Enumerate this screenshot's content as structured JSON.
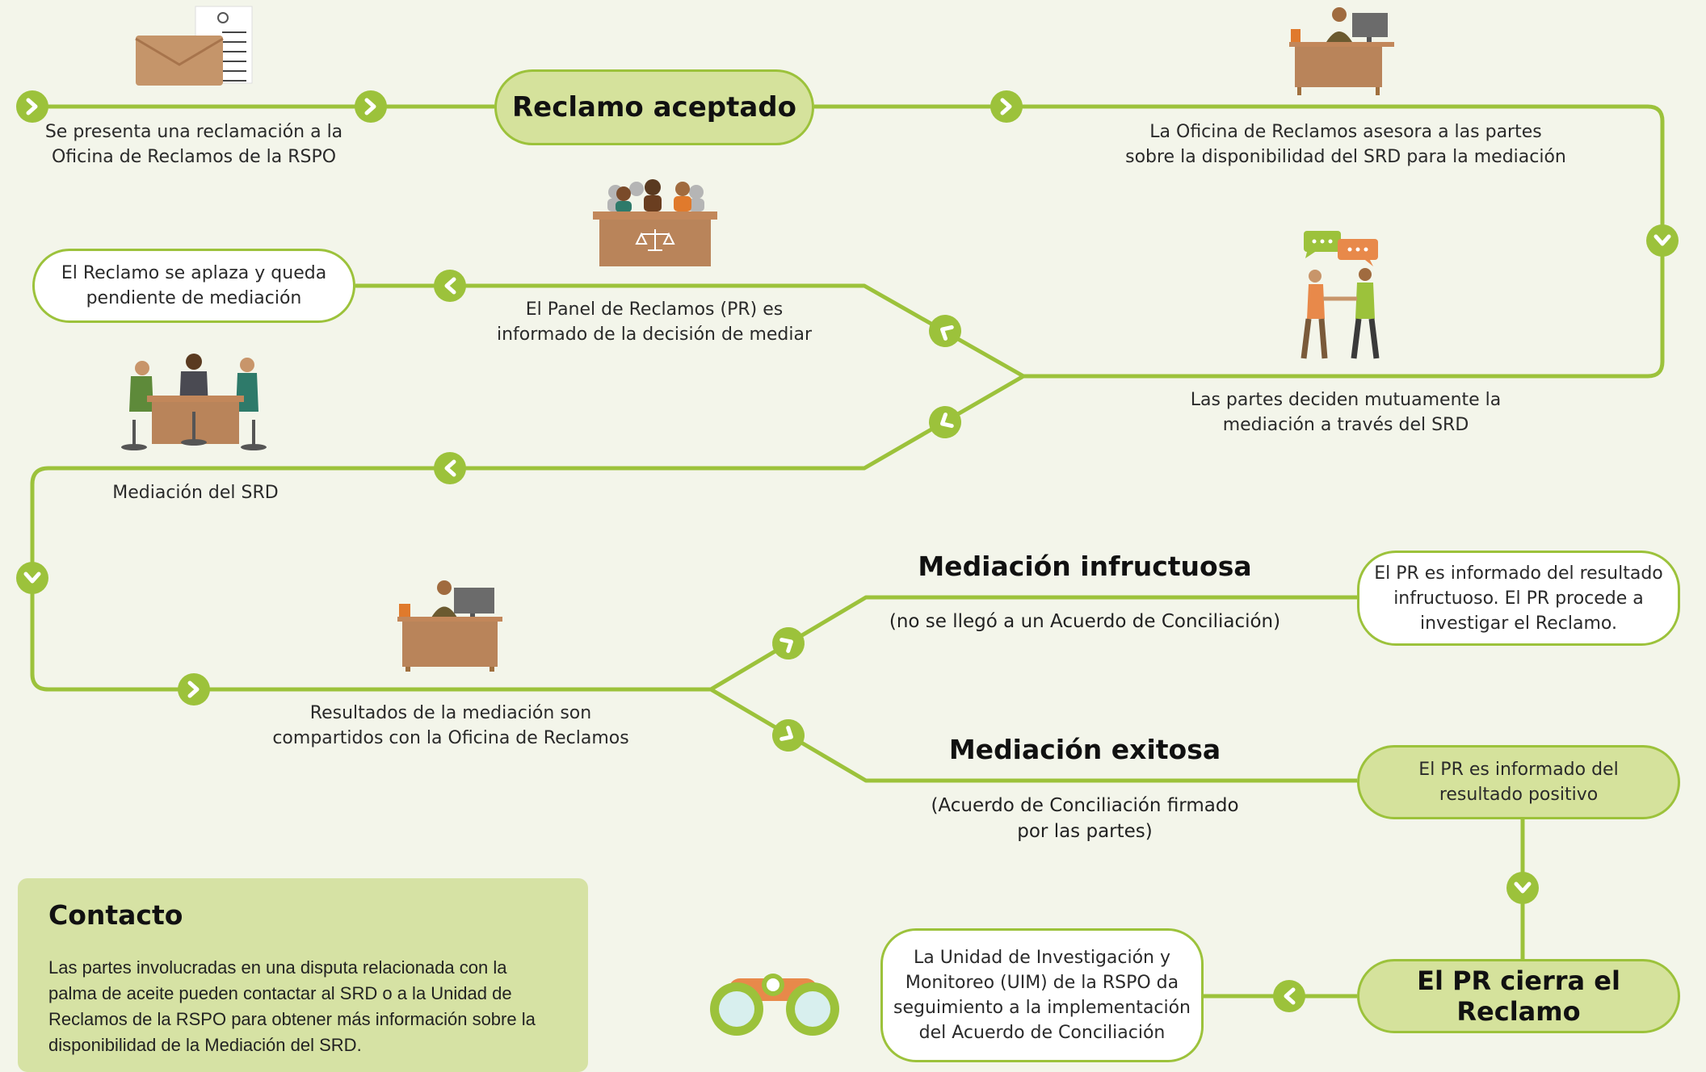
{
  "title": "Reclamo aceptado",
  "steps": {
    "submit": "Se presenta una reclamación a la\nOficina de Reclamos de la RSPO",
    "office_advises": "La Oficina de Reclamos asesora a las partes\nsobre la disponibilidad del SRD para la mediación",
    "parties_decide": "Las partes deciden mutuamente la\nmediación a través del SRD",
    "panel_informed": "El Panel de Reclamos (PR) es\ninformado de la decisión de mediar",
    "postponed": "El Reclamo se aplaza y queda\npendiente de mediación",
    "mediation": "Mediación del SRD",
    "results_shared": "Resultados de la mediación son\ncompartidos con la Oficina de Reclamos"
  },
  "outcomes": {
    "failed": {
      "heading": "Mediación infructuosa",
      "sub": "(no se llegó a un Acuerdo de Conciliación)",
      "result": "El PR es informado del resultado\ninfructuoso. El PR procede a\ninvestigar el Reclamo."
    },
    "success": {
      "heading": "Mediación exitosa",
      "sub": "(Acuerdo de Conciliación firmado\npor las partes)",
      "result": "El PR es informado del\nresultado positivo"
    }
  },
  "closing": {
    "label": "El PR cierra el Reclamo",
    "monitoring": "La Unidad de Investigación y\nMonitoreo (UIM) de la RSPO da\nseguimiento a la implementación\ndel Acuerdo de Conciliación"
  },
  "contact": {
    "heading": "Contacto",
    "body": "Las partes involucradas en una disputa relacionada con la palma de aceite pueden contactar al SRD o a la Unidad de Reclamos de la RSPO para obtener más información sobre la disponibilidad de la Mediación del SRD."
  },
  "colors": {
    "line": "#9cc23b",
    "pill_fill": "#d5e29c",
    "background": "#f3f5ea",
    "desk": "#b9845a"
  },
  "icons": [
    "envelope-document-icon",
    "office-worker-icon",
    "people-talking-icon",
    "panel-court-icon",
    "mediation-table-icon",
    "office-worker-icon",
    "binoculars-icon"
  ]
}
